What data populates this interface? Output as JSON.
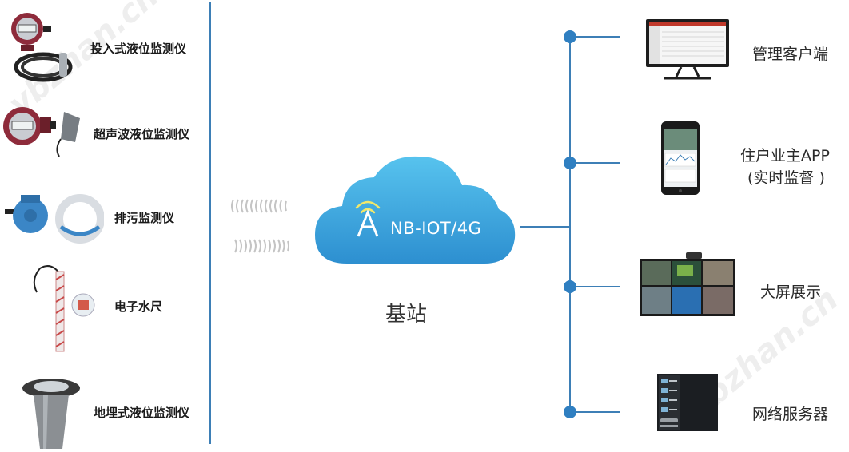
{
  "watermark": "ybzhan.cn",
  "devices": [
    {
      "label": "投入式液位监测仪",
      "icon": "submersible-level-meter-icon"
    },
    {
      "label": "超声波液位监测仪",
      "icon": "ultrasonic-level-meter-icon"
    },
    {
      "label": "排污监测仪",
      "icon": "sewage-monitor-icon"
    },
    {
      "label": "电子水尺",
      "icon": "electronic-water-gauge-icon"
    },
    {
      "label": "地埋式液位监测仪",
      "icon": "buried-level-meter-icon"
    }
  ],
  "cloud": {
    "label": "NB-IOT/4G",
    "color": "#3ea3dc"
  },
  "base_station": "基站",
  "outputs": [
    {
      "label": "管理客户端",
      "icon": "monitor-icon"
    },
    {
      "label_line1": "住户业主APP",
      "label_line2": "(实时监督 )",
      "icon": "smartphone-icon"
    },
    {
      "label": "大屏展示",
      "icon": "video-wall-icon"
    },
    {
      "label": "网络服务器",
      "icon": "server-rack-icon"
    }
  ],
  "colors": {
    "line": "#3d7fb6",
    "dot": "#2f7fc1",
    "accent": "#3ea3dc"
  }
}
